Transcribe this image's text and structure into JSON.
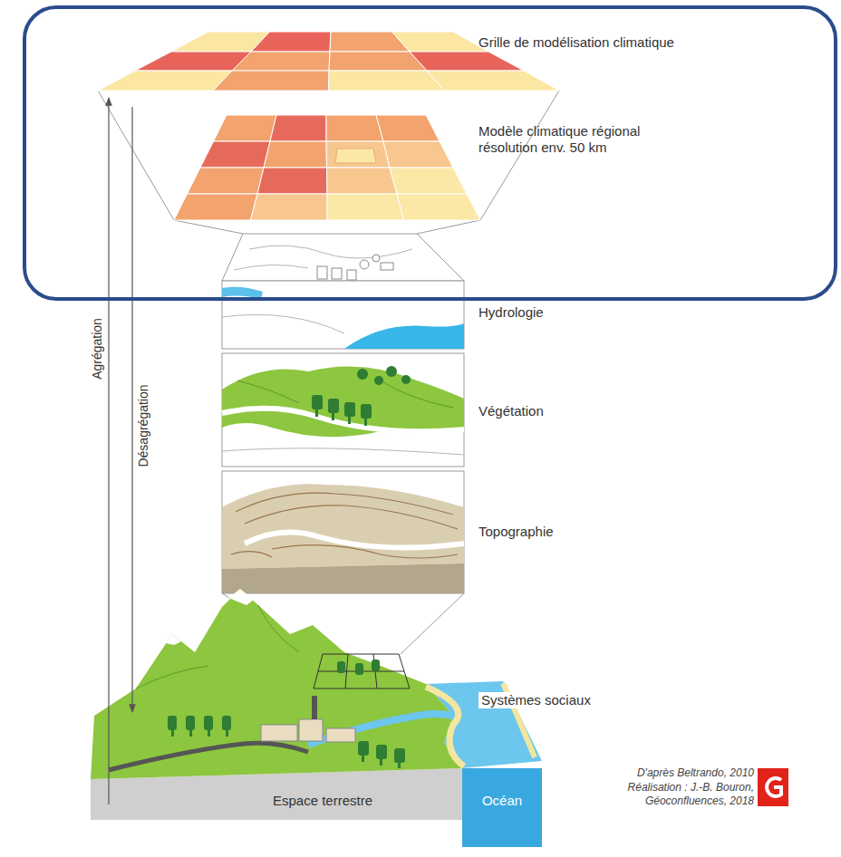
{
  "diagram": {
    "labels": [
      "Grille de modélisation climatique",
      "Modèle climatique régional résolution env. 50 km",
      "Hydrologie",
      "Végétation",
      "Topographie",
      "Systèmes sociaux",
      "Agrégation",
      "Désagrégation",
      "Espace terrestre",
      "Océan",
      "D'après Beltrando, 2010",
      "Réalisation : J.-B. Bouron, Géoconfluences, 2018"
    ]
  }
}
